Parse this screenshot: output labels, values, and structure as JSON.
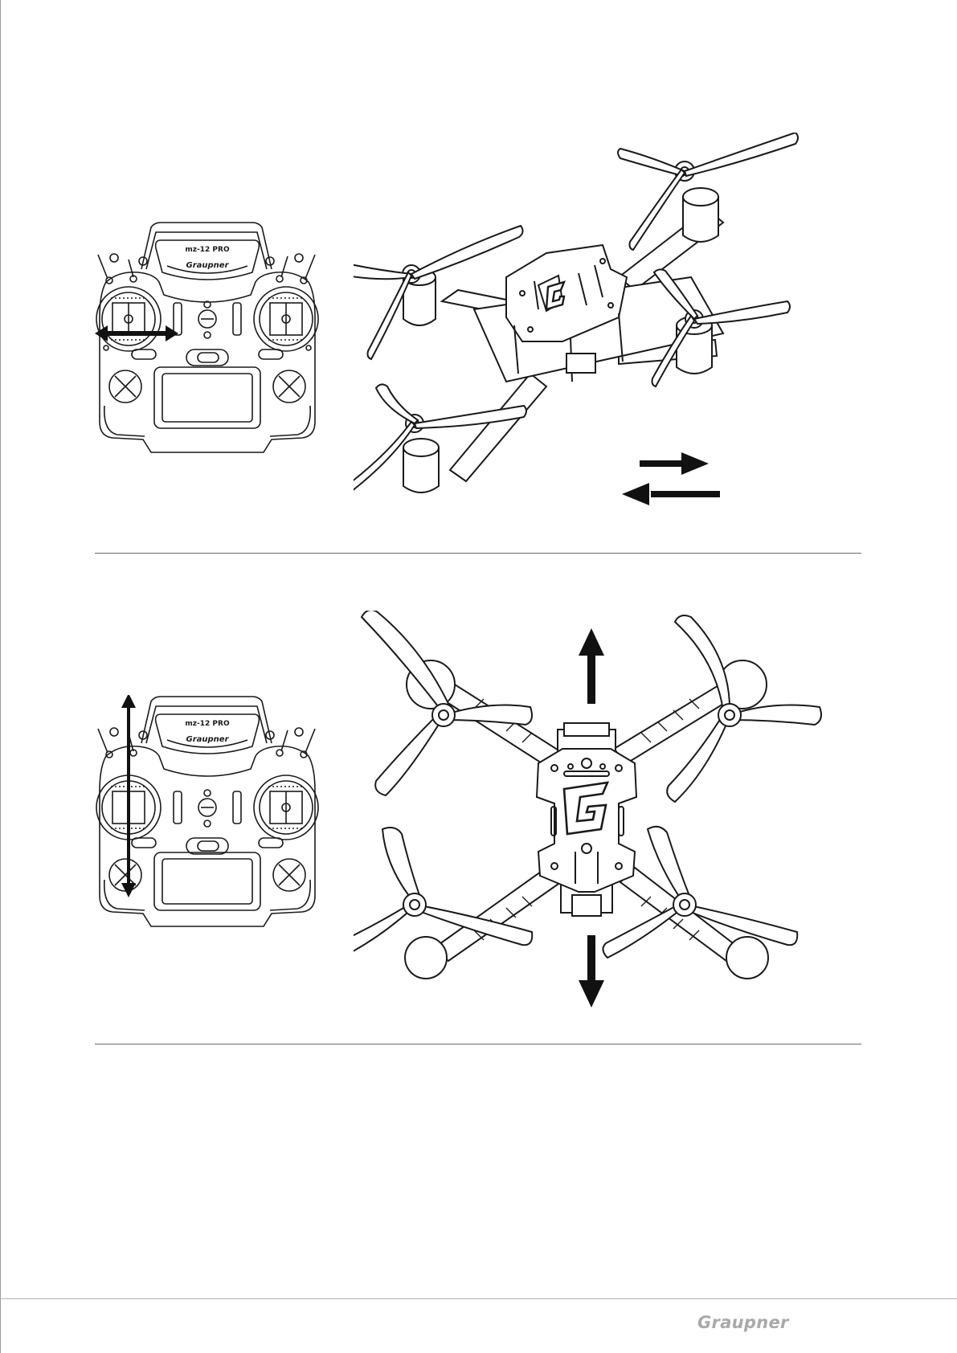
{
  "figures": [
    {
      "id": "roll",
      "transmitter": {
        "model_label": "mz-12 PRO",
        "brand_label": "Graupner",
        "stick_motion": "horizontal"
      },
      "drone_view": "perspective",
      "motion_icon": "left-right-arrows-icon"
    },
    {
      "id": "pitch",
      "transmitter": {
        "model_label": "mz-12 PRO",
        "brand_label": "Graupner",
        "stick_motion": "vertical"
      },
      "drone_view": "top",
      "motion_icon": "forward-backward-arrows-icon"
    }
  ],
  "footer": {
    "brand": "Graupner"
  },
  "colors": {
    "line": "#1a1a1a",
    "rule": "#6a6a6a",
    "brand": "#a9a9a9"
  }
}
